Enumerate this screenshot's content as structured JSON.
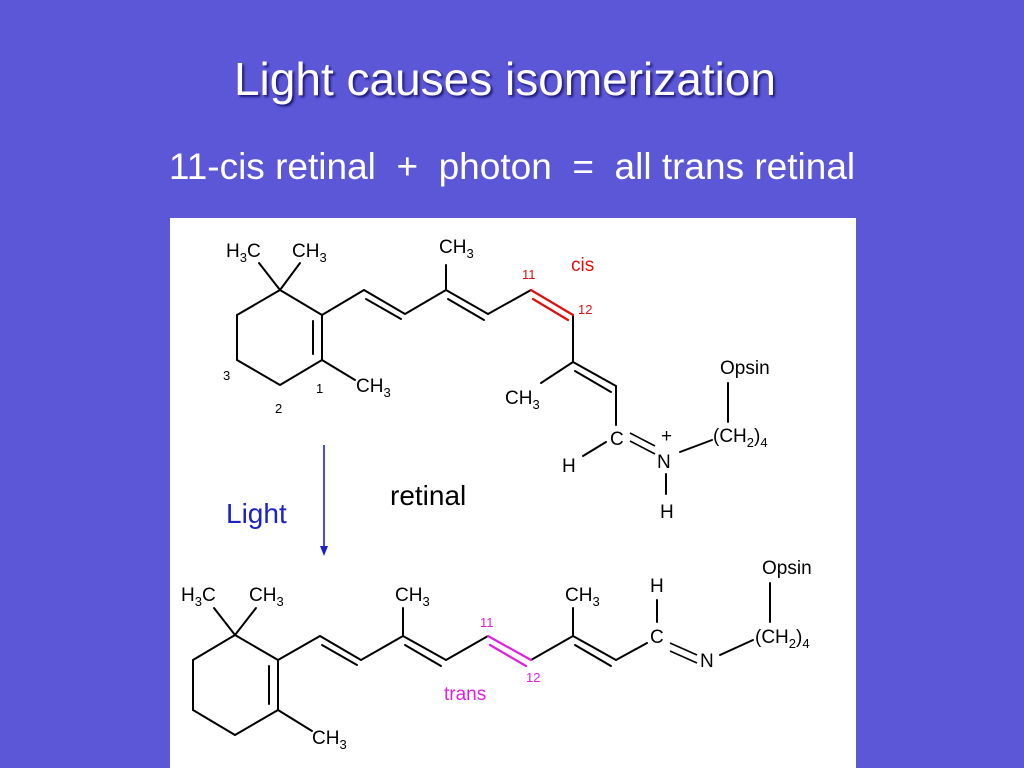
{
  "slide": {
    "title": "Light causes isomerization",
    "equation": {
      "reactant": "11-cis retinal",
      "plus": "+",
      "middle": "photon",
      "equals": "=",
      "product": "all trans retinal"
    }
  },
  "diagram": {
    "top_molecule": {
      "name": "retinal",
      "labels": {
        "h3c": "H3C",
        "ch3_gem": "CH3",
        "ch3_chain": "CH3",
        "num_11": "11",
        "cis": "cis",
        "num_12": "12",
        "opsin": "Opsin",
        "ch3_ring": "CH3",
        "ring_1": "1",
        "ring_2": "2",
        "ring_3": "3",
        "ch3_lower": "CH3",
        "plus_charge": "+",
        "c": "C",
        "ch2_4": "(CH2)4",
        "h_left": "H",
        "n": "N",
        "h_bottom": "H"
      }
    },
    "arrow_label": "Light",
    "bottom_molecule": {
      "labels": {
        "h3c": "H3C",
        "ch3_gem": "CH3",
        "ch3_a": "CH3",
        "ch3_b": "CH3",
        "h_top": "H",
        "opsin": "Opsin",
        "num_11": "11",
        "c": "C",
        "ch2_4": "(CH2)4",
        "n": "N",
        "num_12": "12",
        "trans": "trans",
        "ch3_ring": "CH3"
      }
    },
    "colors": {
      "background": "#5b57d6",
      "cis_highlight": "#e01010",
      "trans_highlight": "#e020e0",
      "arrow": "#1a22c8"
    }
  }
}
